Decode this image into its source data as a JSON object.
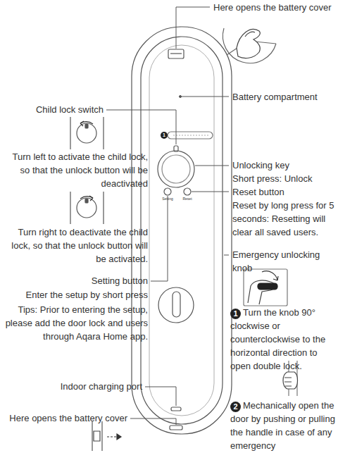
{
  "diagram": {
    "labels": [
      "Here opens the battery cover",
      "Battery compartment",
      "Child lock switch",
      "Turn left to activate the child lock, so that the unlock button will be deactivated",
      "Turn right to deactivate the child lock, so that the unlock button will be activated.",
      "Unlocking key",
      "Short press: Unlock",
      "Reset button",
      "Reset by long press for 5 seconds: Resetting will clear all saved users.",
      "Emergency unlocking knob",
      "1",
      "Turn the knob 90° clockwise or counterclockwise to the horizontal direction to open double lock.",
      "2",
      "Mechanically open the door by pushing or pulling the handle in case of any emergency",
      "Setting button",
      "Enter the setup by short press",
      "Tips: Prior to entering the setup, please add the door lock and users through Aqara Home app.",
      "Indoor charging port",
      "Here opens the battery cover",
      "Setting",
      "Reset",
      "1"
    ]
  }
}
